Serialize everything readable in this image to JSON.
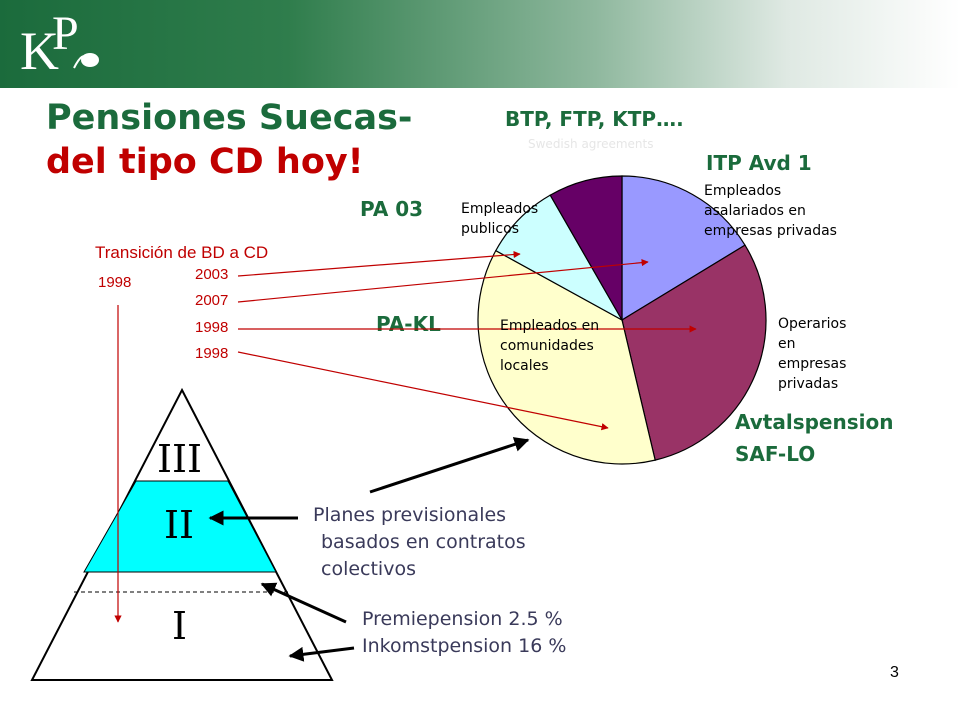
{
  "slide": {
    "title_line1": "Pensiones Suecas-",
    "title_line2": "del tipo CD hoy!",
    "page_number": "3"
  },
  "colors": {
    "banner_green": "#1b6b3c",
    "title_red": "#c00000",
    "arrow_red": "#c00000",
    "pyramid_mid": "#00ffff"
  },
  "labels": {
    "btp": "BTP, FTP, KTP….",
    "subtitle_faint": "Swedish agreements",
    "itp": "ITP Avd 1",
    "pa03": "PA 03",
    "pakl": "PA-KL",
    "avtals1": "Avtalspension",
    "avtals2": "SAF-LO",
    "transition": "Transición de BD a CD"
  },
  "years": [
    "1998",
    "2003",
    "2007",
    "1998",
    "1998"
  ],
  "pie": {
    "slices": [
      {
        "label_lines": [
          "Empleados",
          "asalariados en",
          "empresas privadas"
        ],
        "share": 0.163,
        "color": "#9999ff"
      },
      {
        "label_lines": [
          "Operarios",
          "en",
          "empresas",
          "privadas"
        ],
        "share": 0.3,
        "color": "#993366"
      },
      {
        "label_lines": [
          "Empleados en",
          "comunidades",
          "locales"
        ],
        "share": 0.367,
        "color": "#ffffcc"
      },
      {
        "label_lines": [
          "Empleados",
          "publicos"
        ],
        "share": 0.087,
        "color": "#ccffff"
      },
      {
        "label_lines": [],
        "share": 0.083,
        "color": "#660066"
      }
    ]
  },
  "pyramid": {
    "levels": [
      "III",
      "II",
      "I"
    ]
  },
  "notes": {
    "planes": [
      "Planes previsionales",
      "basados en contratos",
      "colectivos"
    ],
    "premie": "Premiepension 2.5 %",
    "inkomst": "Inkomstpension 16 %"
  }
}
